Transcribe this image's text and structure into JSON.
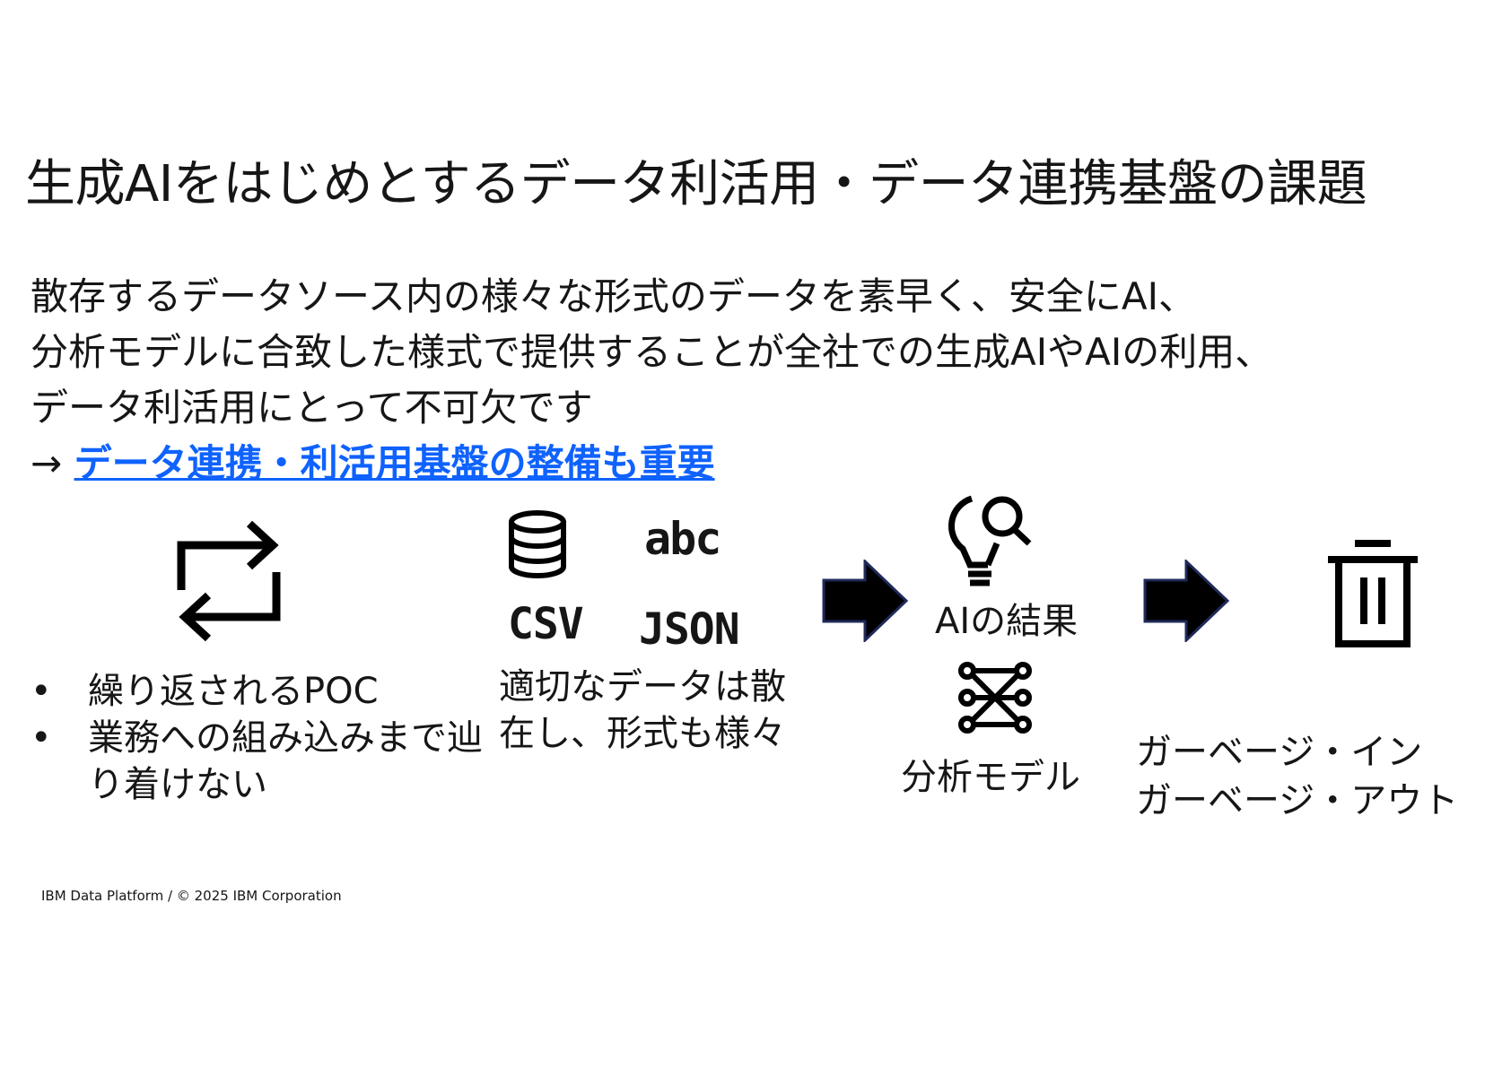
{
  "title": "生成AIをはじめとするデータ利活用・データ連携基盤の課題",
  "body": {
    "lines": [
      "散存するデータソース内の様々な形式のデータを素早く、安全にAI、",
      "分析モデルに合致した様式で提供することが全社での生成AIやAIの利用、",
      "データ利活用にとって不可欠です"
    ],
    "arrow": "→",
    "emphasis": "データ連携・利活用基盤の整備も重要"
  },
  "col1": {
    "icon": "repeat-arrows-icon",
    "bullets": [
      "繰り返されるPOC",
      "業務への組み込みまで辿り着けない"
    ]
  },
  "col2": {
    "icons": [
      "database-icon"
    ],
    "labels": {
      "abc": "abc",
      "csv": "CSV",
      "json": "JSON"
    },
    "text": "適切なデータは散在し、形式も様々"
  },
  "col3": {
    "ai_result_icon": "lightbulb-search-icon",
    "ai_result_label": "AIの結果",
    "model_icon": "network-model-icon",
    "model_label": "分析モデル"
  },
  "col4": {
    "icon": "trash-icon",
    "lines": [
      "ガーベージ・イン",
      "ガーベージ・アウト"
    ]
  },
  "arrows": [
    "right-arrow-icon",
    "right-arrow-icon"
  ],
  "colors": {
    "accent": "#0f62fe",
    "text": "#161616",
    "arrow_fill": "#000000",
    "arrow_stroke": "#1f2a5a"
  },
  "footer": "IBM Data Platform / © 2025 IBM Corporation"
}
